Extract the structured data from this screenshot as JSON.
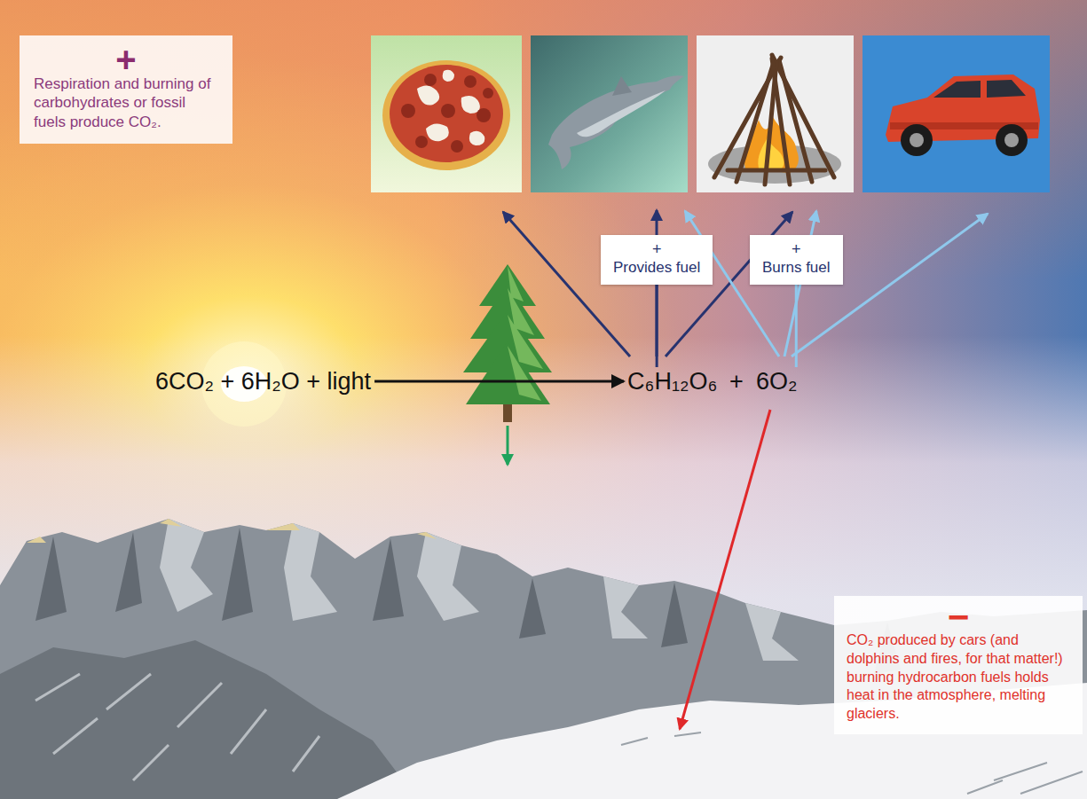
{
  "diagram": {
    "nodes": [
      {
        "text": [
          "+",
          "Respiration and burning of carbohydrates or fossil fuels produce CO₂."
        ]
      },
      {
        "text": [
          "+",
          "Provides fuel"
        ]
      },
      {
        "text": [
          "+",
          "Burns fuel"
        ]
      },
      {
        "text": [
          "6CO₂ + 6H₂O + light"
        ]
      },
      {
        "text": [
          "C₆H₁₂O₆"
        ]
      },
      {
        "text": [
          "6O₂"
        ]
      },
      {
        "text": [
          "−",
          "CO₂ produced by cars (and dolphins and fires, for that matter!) burning hydrocarbon fuels holds heat in the atmosphere, melting glaciers."
        ]
      }
    ],
    "edges": [
      {
        "from": 3,
        "to": 4,
        "arrow": "to"
      },
      {
        "from": 4,
        "to": 1,
        "arrow": "none"
      },
      {
        "from": 5,
        "to": 2,
        "arrow": "none"
      }
    ],
    "labels": [
      "+"
    ]
  }
}
